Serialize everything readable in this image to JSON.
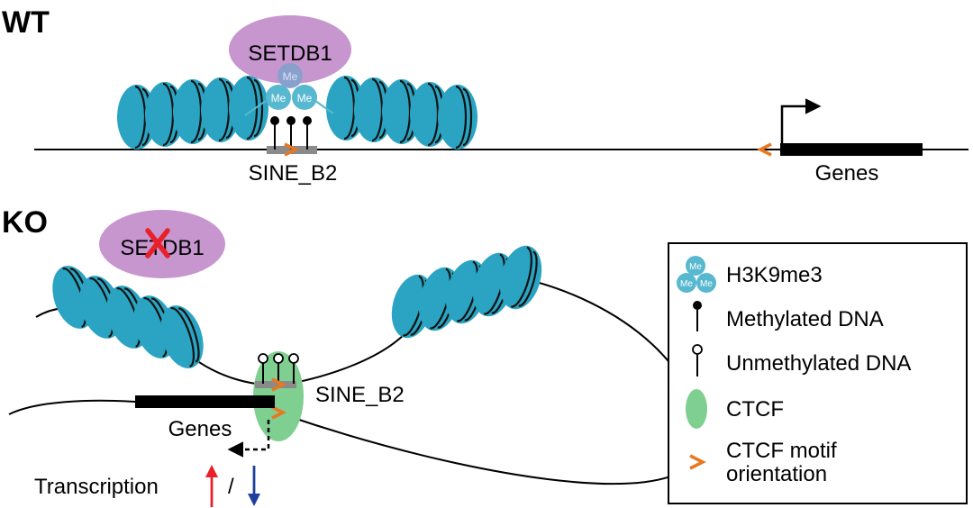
{
  "panels": {
    "wt": {
      "label": "WT",
      "enzyme": "SETDB1",
      "element": "SINE_B2",
      "genes": "Genes"
    },
    "ko": {
      "label": "KO",
      "enzyme": "SETDB1",
      "element": "SINE_B2",
      "genes": "Genes",
      "transcription": "Transcription",
      "separator": "/"
    }
  },
  "me_label": "Me",
  "legend": {
    "items": [
      {
        "name": "h3k9me3",
        "label": "H3K9me3",
        "icon": "h3k9me3-icon"
      },
      {
        "name": "methylated-dna",
        "label": "Methylated DNA",
        "icon": "filled-lollipop-icon"
      },
      {
        "name": "unmethylated-dna",
        "label": "Unmethylated DNA",
        "icon": "open-lollipop-icon"
      },
      {
        "name": "ctcf",
        "label": "CTCF",
        "icon": "green-ellipse-icon"
      },
      {
        "name": "ctcf-motif",
        "label": "CTCF motif",
        "label2": "orientation",
        "icon": "orange-chevron-icon"
      }
    ]
  },
  "colors": {
    "nucleosome": "#2aa4c2",
    "nucleosome_dark": "#1b7f9b",
    "setdb1": "#c796cf",
    "me_wt": "#57b8cf",
    "me_faded": "#8aa0cc",
    "ctcf": "#7fcf91",
    "motif": "#e87722",
    "cross": "#e8202a",
    "arrow_up": "#e8202a",
    "arrow_down": "#1f3f9f"
  }
}
